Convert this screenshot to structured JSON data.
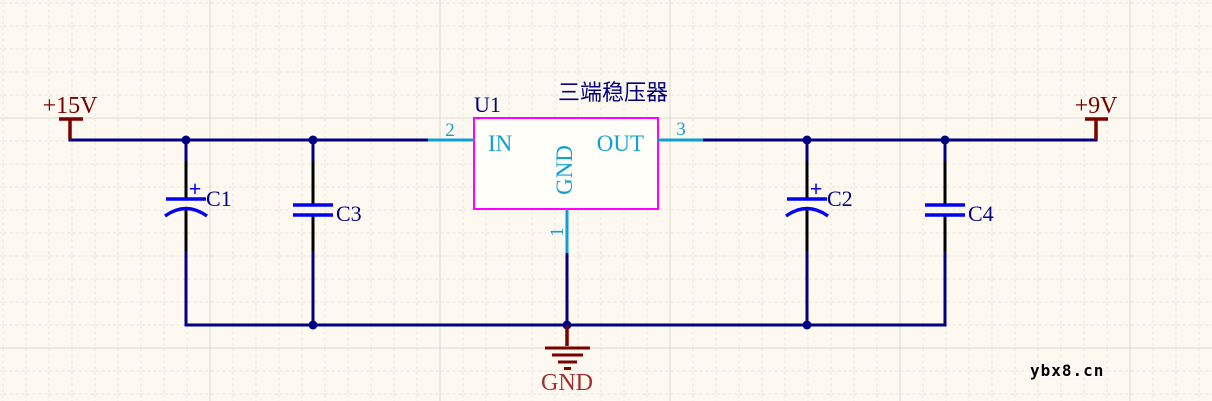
{
  "schematic": {
    "title": "三端稳压器",
    "power": {
      "input": "+15V",
      "output": "+9V"
    },
    "regulator": {
      "designator": "U1",
      "pin_in": {
        "number": "2",
        "name": "IN"
      },
      "pin_gnd": {
        "number": "1",
        "name": "GND"
      },
      "pin_out": {
        "number": "3",
        "name": "OUT"
      }
    },
    "capacitors": {
      "c1": {
        "designator": "C1",
        "polarity": "+"
      },
      "c2": {
        "designator": "C2",
        "polarity": "+"
      },
      "c3": {
        "designator": "C3"
      },
      "c4": {
        "designator": "C4"
      }
    },
    "ground": {
      "label": "GND"
    }
  },
  "watermark": {
    "text": "ybx8.cn"
  },
  "colors": {
    "background": "#FDF9F0",
    "grid_minor": "#E9E6DE",
    "grid_major": "#DCD9D1",
    "wire": "#000080",
    "capacitor_plate": "#0202F0",
    "pin": "#0F9FD0",
    "component_outline": "#FF00FF",
    "power_symbol": "#7A0000",
    "ground_label": "#A03030",
    "label_navy": "#000080"
  }
}
